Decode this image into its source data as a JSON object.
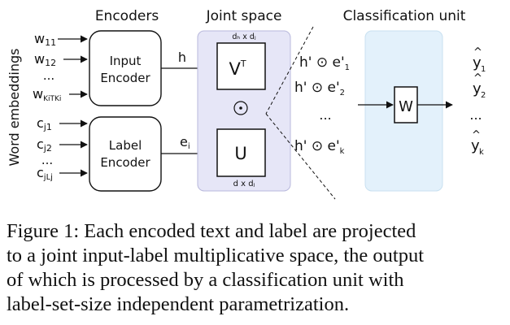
{
  "headers": {
    "encoders": "Encoders",
    "joint": "Joint space",
    "classification": "Classification unit"
  },
  "side_label": "Word embeddings",
  "inputs": {
    "w1_base": "w",
    "w1_sub": "11",
    "w2_base": "w",
    "w2_sub": "12",
    "w_dots": "...",
    "wk_base": "w",
    "wk_sub": "KiTKi",
    "c1_base": "c",
    "c1_sub": "j1",
    "c2_base": "c",
    "c2_sub": "j2",
    "c_dots": "...",
    "ck_base": "c",
    "ck_sub": "jLj"
  },
  "encoders": {
    "input_line1": "Input",
    "input_line2": "Encoder",
    "label_line1": "Label",
    "label_line2": "Encoder"
  },
  "arrows": {
    "h": "h",
    "e_base": "e",
    "e_sub": "i"
  },
  "joint": {
    "top_dims": "dₕ x dⱼ",
    "v_base": "V",
    "v_sup": "T",
    "odot": "⊙",
    "u": "U",
    "bottom_dims": "d x dⱼ"
  },
  "products": {
    "p1": "h' ⊙ e'",
    "p1_sub": "1",
    "p2": "h' ⊙ e'",
    "p2_sub": "2",
    "dots": "...",
    "pk": "h' ⊙ e'",
    "pk_sub": "k"
  },
  "classifier": {
    "w": "W"
  },
  "outputs": {
    "y1_sub": "1",
    "y2_sub": "2",
    "dots": "...",
    "yk_sub": "k"
  },
  "caption_lines": [
    "Figure 1: Each encoded text and label are projected",
    "to a joint input-label multiplicative space, the output",
    "of which is processed by a classification unit with",
    "label-set-size independent parametrization."
  ],
  "colors": {
    "joint_bg": "#e6e6f7",
    "joint_border": "#b8b8dc",
    "class_bg": "#e3f1fb",
    "class_border": "#c8e0f0",
    "ink": "#111111"
  }
}
